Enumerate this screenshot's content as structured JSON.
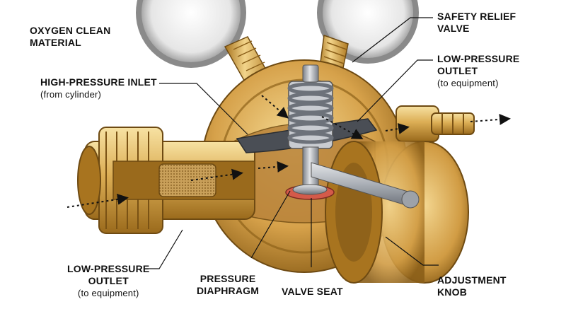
{
  "labels": {
    "oxygen_clean": [
      "OXYGEN CLEAN",
      "MATERIAL"
    ],
    "safety_relief": [
      "SAFETY RELIEF",
      "VALVE"
    ],
    "low_pressure_top": [
      "LOW-PRESSURE",
      "OUTLET"
    ],
    "low_pressure_top_sub": "(to equipment)",
    "high_pressure": [
      "HIGH-PRESSURE INLET"
    ],
    "high_pressure_sub": "(from cylinder)",
    "low_pressure_bottom": [
      "LOW-PRESSURE",
      "OUTLET"
    ],
    "low_pressure_bottom_sub": "(to equipment)",
    "pressure_diaphragm": [
      "PRESSURE",
      "DIAPHRAGM"
    ],
    "valve_seat": [
      "VALVE SEAT"
    ],
    "adjustment_knob": [
      "ADJUSTMENT",
      "KNOB"
    ]
  },
  "colors": {
    "brass_light": "#f2d48a",
    "brass_mid": "#d9a84a",
    "brass_dark": "#a8741f",
    "brass_shadow": "#6e4a12",
    "gauge_face": "#eeeeee",
    "diaphragm": "#4a4e55",
    "steel": "#b8bcc2",
    "seal_red": "#d45a4a"
  },
  "icons": [
    "flow-arrow-icon",
    "spring-icon",
    "gauge-icon"
  ]
}
